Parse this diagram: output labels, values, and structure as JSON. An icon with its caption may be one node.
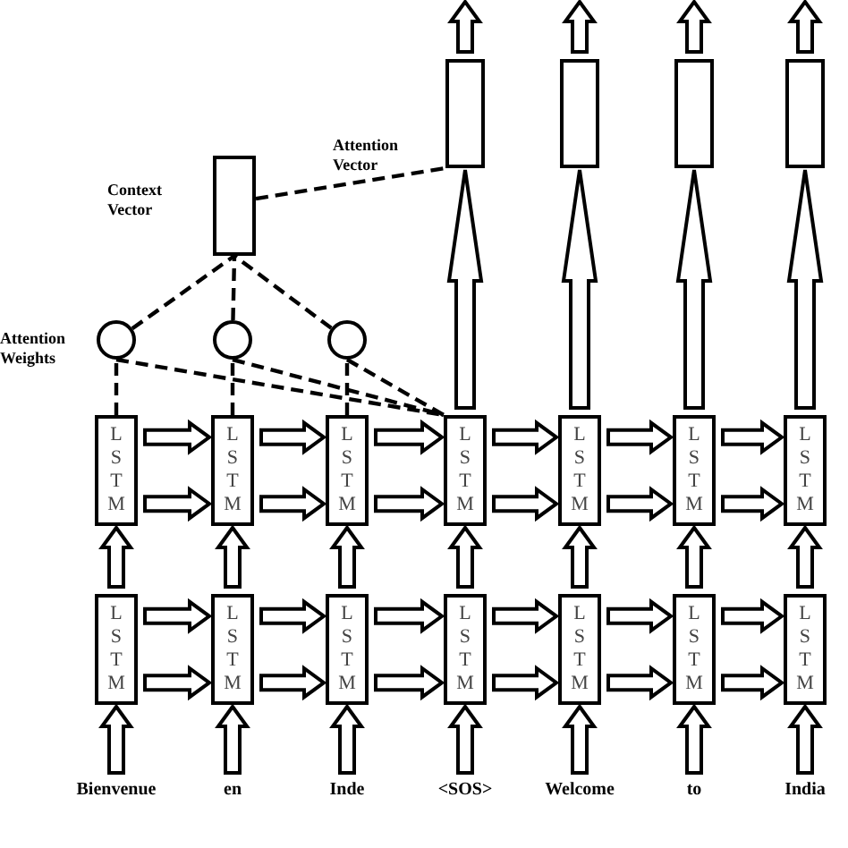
{
  "diagram": {
    "nodes": [
      {
        "text": [
          "Bienvenue"
        ]
      },
      {
        "text": [
          "en"
        ]
      },
      {
        "text": [
          "Inde"
        ]
      },
      {
        "text": [
          "<SOS>"
        ]
      },
      {
        "text": [
          "Welcome"
        ]
      },
      {
        "text": [
          "to"
        ]
      },
      {
        "text": [
          "India"
        ]
      },
      {
        "text": [
          "L S T M"
        ]
      },
      {
        "text": [
          "L S T M"
        ]
      },
      {
        "text": [
          "L S T M"
        ]
      },
      {
        "text": [
          "L S T M"
        ]
      },
      {
        "text": [
          "L S T M"
        ]
      },
      {
        "text": [
          "L S T M"
        ]
      },
      {
        "text": [
          "L S T M"
        ]
      },
      {
        "text": [
          "L S T M"
        ]
      },
      {
        "text": [
          "L S T M"
        ]
      },
      {
        "text": [
          "L S T M"
        ]
      },
      {
        "text": [
          "L S T M"
        ]
      },
      {
        "text": [
          "L S T M"
        ]
      },
      {
        "text": [
          "L S T M"
        ]
      },
      {
        "text": [
          "L S T M"
        ]
      },
      {
        "text": [],
        "shape": "circle"
      },
      {
        "text": [],
        "shape": "circle"
      },
      {
        "text": [],
        "shape": "circle"
      },
      {
        "text": [],
        "shape": "box",
        "beside": [
          "Context Vector"
        ]
      },
      {
        "text": [],
        "shape": "box",
        "beside": [
          "Attention Vector"
        ]
      },
      {
        "text": [],
        "shape": "box"
      },
      {
        "text": [],
        "shape": "box"
      },
      {
        "text": [],
        "shape": "box"
      }
    ],
    "edges": [
      {
        "from": 0,
        "to": 7,
        "arrow": "to"
      },
      {
        "from": 1,
        "to": 8,
        "arrow": "to"
      },
      {
        "from": 2,
        "to": 9,
        "arrow": "to"
      },
      {
        "from": 3,
        "to": 10,
        "arrow": "to"
      },
      {
        "from": 4,
        "to": 11,
        "arrow": "to"
      },
      {
        "from": 5,
        "to": 12,
        "arrow": "to"
      },
      {
        "from": 6,
        "to": 13,
        "arrow": "to"
      },
      {
        "from": 7,
        "to": 8,
        "arrow": "to"
      },
      {
        "from": 7,
        "to": 8,
        "arrow": "to"
      },
      {
        "from": 8,
        "to": 9,
        "arrow": "to"
      },
      {
        "from": 8,
        "to": 9,
        "arrow": "to"
      },
      {
        "from": 9,
        "to": 10,
        "arrow": "to"
      },
      {
        "from": 9,
        "to": 10,
        "arrow": "to"
      },
      {
        "from": 10,
        "to": 11,
        "arrow": "to"
      },
      {
        "from": 10,
        "to": 11,
        "arrow": "to"
      },
      {
        "from": 11,
        "to": 12,
        "arrow": "to"
      },
      {
        "from": 11,
        "to": 12,
        "arrow": "to"
      },
      {
        "from": 12,
        "to": 13,
        "arrow": "to"
      },
      {
        "from": 12,
        "to": 13,
        "arrow": "to"
      },
      {
        "from": 7,
        "to": 14,
        "arrow": "to"
      },
      {
        "from": 8,
        "to": 15,
        "arrow": "to"
      },
      {
        "from": 9,
        "to": 16,
        "arrow": "to"
      },
      {
        "from": 10,
        "to": 17,
        "arrow": "to"
      },
      {
        "from": 11,
        "to": 18,
        "arrow": "to"
      },
      {
        "from": 12,
        "to": 19,
        "arrow": "to"
      },
      {
        "from": 13,
        "to": 20,
        "arrow": "to"
      },
      {
        "from": 14,
        "to": 15,
        "arrow": "to"
      },
      {
        "from": 14,
        "to": 15,
        "arrow": "to"
      },
      {
        "from": 15,
        "to": 16,
        "arrow": "to"
      },
      {
        "from": 15,
        "to": 16,
        "arrow": "to"
      },
      {
        "from": 16,
        "to": 17,
        "arrow": "to"
      },
      {
        "from": 16,
        "to": 17,
        "arrow": "to"
      },
      {
        "from": 17,
        "to": 18,
        "arrow": "to"
      },
      {
        "from": 17,
        "to": 18,
        "arrow": "to"
      },
      {
        "from": 18,
        "to": 19,
        "arrow": "to"
      },
      {
        "from": 18,
        "to": 19,
        "arrow": "to"
      },
      {
        "from": 19,
        "to": 20,
        "arrow": "to"
      },
      {
        "from": 19,
        "to": 20,
        "arrow": "to"
      },
      {
        "from": 14,
        "to": 21,
        "arrow": "none",
        "style": "dashed"
      },
      {
        "from": 15,
        "to": 22,
        "arrow": "none",
        "style": "dashed"
      },
      {
        "from": 16,
        "to": 23,
        "arrow": "none",
        "style": "dashed"
      },
      {
        "from": 21,
        "to": 17,
        "arrow": "none",
        "style": "dashed"
      },
      {
        "from": 22,
        "to": 17,
        "arrow": "none",
        "style": "dashed"
      },
      {
        "from": 23,
        "to": 17,
        "arrow": "none",
        "style": "dashed"
      },
      {
        "from": 21,
        "to": 24,
        "arrow": "none",
        "style": "dashed"
      },
      {
        "from": 22,
        "to": 24,
        "arrow": "none",
        "style": "dashed"
      },
      {
        "from": 23,
        "to": 24,
        "arrow": "none",
        "style": "dashed"
      },
      {
        "from": 24,
        "to": 25,
        "arrow": "none",
        "style": "dashed"
      },
      {
        "from": 17,
        "to": 25,
        "arrow": "to"
      },
      {
        "from": 18,
        "to": 26,
        "arrow": "to"
      },
      {
        "from": 19,
        "to": 27,
        "arrow": "to"
      },
      {
        "from": 20,
        "to": 28,
        "arrow": "to"
      },
      {
        "from": 25,
        "to": null,
        "arrow": "to"
      },
      {
        "from": 26,
        "to": null,
        "arrow": "to"
      },
      {
        "from": 27,
        "to": null,
        "arrow": "to"
      },
      {
        "from": 28,
        "to": null,
        "arrow": "to"
      }
    ],
    "labels": [
      "Attention Weights"
    ]
  }
}
